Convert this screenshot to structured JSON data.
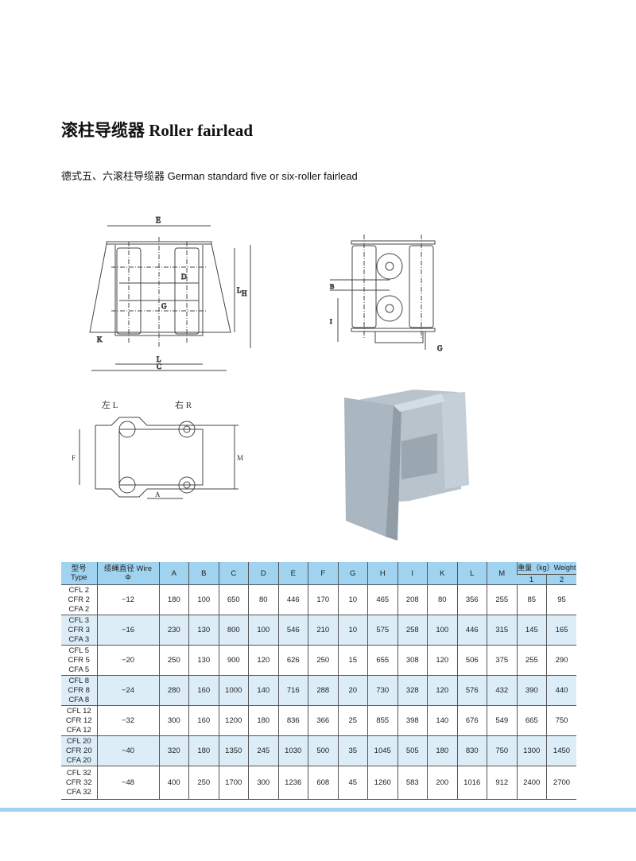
{
  "title": "滚柱导缆器 Roller fairlead",
  "subtitle": "德式五、六滚柱导缆器 German standard five or six-roller fairlead",
  "drawings": {
    "front_labels": {
      "E": "E",
      "D": "D",
      "L_inner": "L",
      "H": "H",
      "G": "G",
      "K": "K",
      "L": "L",
      "C": "C"
    },
    "side_labels": {
      "B": "B",
      "I": "I",
      "G": "G"
    },
    "top_labels": {
      "left": "左 L",
      "right": "右 R",
      "F": "F",
      "M": "M",
      "A": "A"
    }
  },
  "table": {
    "header": {
      "type": "型号",
      "type_en": "Type",
      "wire": "缆绳直径 Wire",
      "wire_sym": "Φ",
      "columns": [
        "A",
        "B",
        "C",
        "D",
        "E",
        "F",
        "G",
        "H",
        "I",
        "K",
        "L",
        "M"
      ],
      "weight": "重量（kg）Weight",
      "weight_cols": [
        "1",
        "2"
      ]
    },
    "rows": [
      {
        "types": [
          "CFL 2",
          "CFR 2",
          "CFA 2"
        ],
        "wire": "−12",
        "values": [
          "180",
          "100",
          "650",
          "80",
          "446",
          "170",
          "10",
          "465",
          "208",
          "80",
          "356",
          "255",
          "85",
          "95"
        ]
      },
      {
        "types": [
          "CFL 3",
          "CFR 3",
          "CFA 3"
        ],
        "wire": "−16",
        "values": [
          "230",
          "130",
          "800",
          "100",
          "546",
          "210",
          "10",
          "575",
          "258",
          "100",
          "446",
          "315",
          "145",
          "165"
        ]
      },
      {
        "types": [
          "CFL 5",
          "CFR 5",
          "CFA 5"
        ],
        "wire": "−20",
        "values": [
          "250",
          "130",
          "900",
          "120",
          "626",
          "250",
          "15",
          "655",
          "308",
          "120",
          "506",
          "375",
          "255",
          "290"
        ]
      },
      {
        "types": [
          "CFL 8",
          "CFR 8",
          "CFA 8"
        ],
        "wire": "−24",
        "values": [
          "280",
          "160",
          "1000",
          "140",
          "716",
          "288",
          "20",
          "730",
          "328",
          "120",
          "576",
          "432",
          "390",
          "440"
        ]
      },
      {
        "types": [
          "CFL 12",
          "CFR 12",
          "CFA 12"
        ],
        "wire": "−32",
        "values": [
          "300",
          "160",
          "1200",
          "180",
          "836",
          "366",
          "25",
          "855",
          "398",
          "140",
          "676",
          "549",
          "665",
          "750"
        ]
      },
      {
        "types": [
          "CFL 20",
          "CFR 20",
          "CFA 20"
        ],
        "wire": "−40",
        "values": [
          "320",
          "180",
          "1350",
          "245",
          "1030",
          "500",
          "35",
          "1045",
          "505",
          "180",
          "830",
          "750",
          "1300",
          "1450"
        ]
      },
      {
        "types": [
          "CFL 32",
          "CFR 32",
          "CFA 32"
        ],
        "wire": "−48",
        "values": [
          "400",
          "250",
          "1700",
          "300",
          "1236",
          "608",
          "45",
          "1260",
          "583",
          "200",
          "1016",
          "912",
          "2400",
          "2700"
        ]
      }
    ]
  }
}
